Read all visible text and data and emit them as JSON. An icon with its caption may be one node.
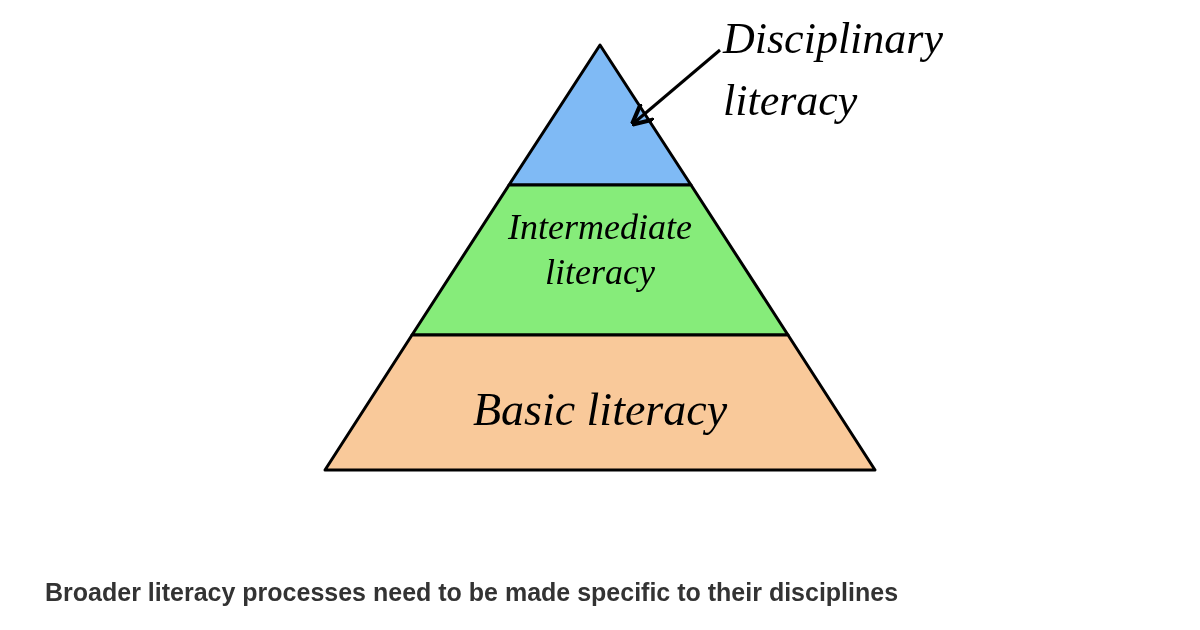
{
  "diagram": {
    "caption": "Broader literacy processes need to be made specific to their disciplines",
    "nodes": [
      {
        "text": [
          "Disciplinary literacy"
        ]
      },
      {
        "text": [],
        "shape": "triangle"
      },
      {
        "text": [
          "Intermediate literacy"
        ]
      },
      {
        "text": [
          "Basic literacy"
        ]
      }
    ],
    "edges": [
      {
        "from": 0,
        "to": 1,
        "arrow": "to"
      }
    ]
  }
}
